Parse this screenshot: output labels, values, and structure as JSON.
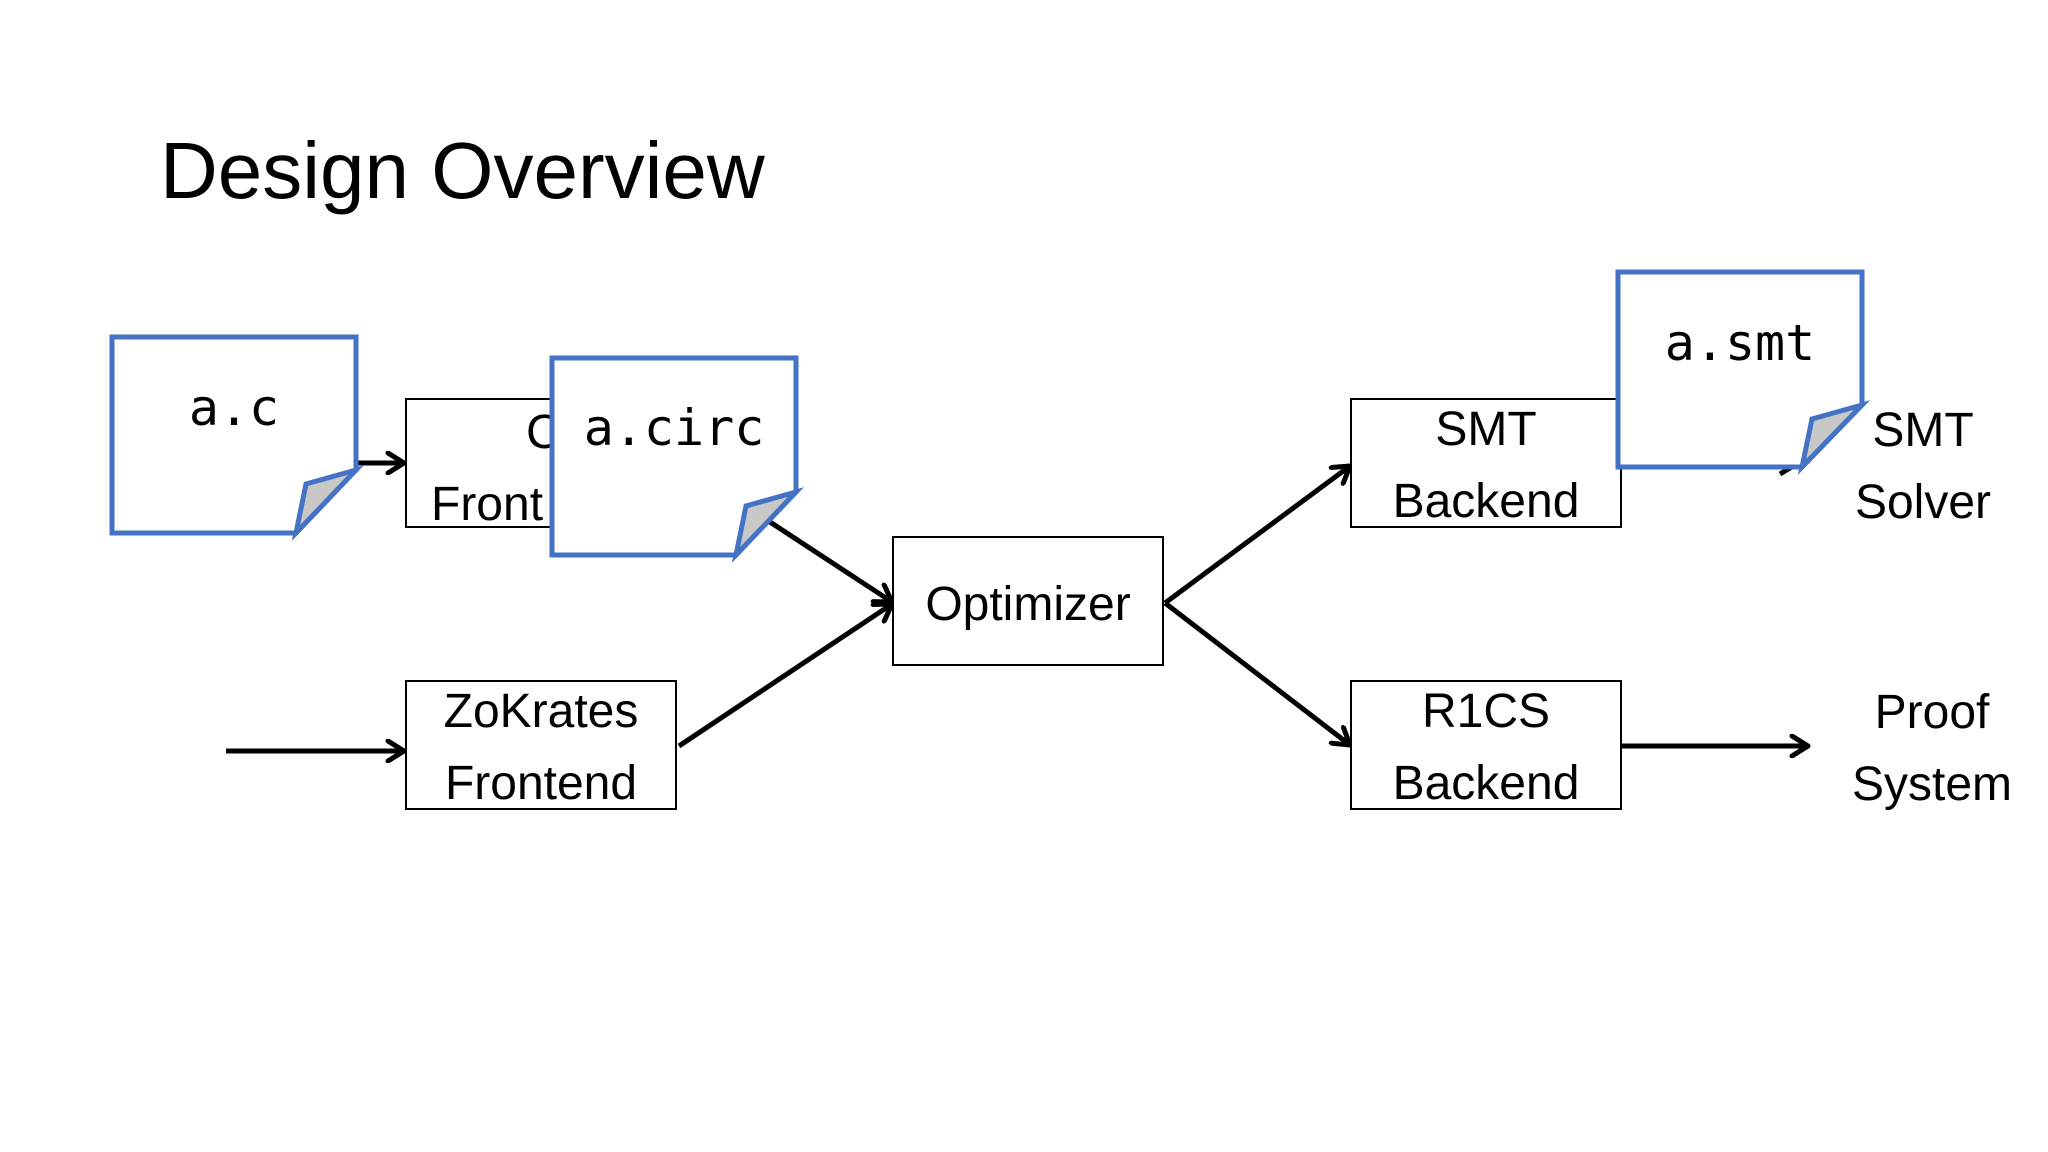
{
  "slide": {
    "title": "Design Overview"
  },
  "colors": {
    "document_border": "#4472C4",
    "document_fold": "#C8C8C8",
    "box_border": "#000000",
    "arrow": "#000000"
  },
  "boxes": {
    "c_frontend": {
      "line1": "C",
      "line2": "Front"
    },
    "zokrates_frontend": {
      "line1": "ZoKrates",
      "line2": "Frontend"
    },
    "optimizer": {
      "line1": "Optimizer"
    },
    "smt_backend": {
      "line1": "SMT",
      "line2": "Backend"
    },
    "r1cs_backend": {
      "line1": "R1CS",
      "line2": "Backend"
    }
  },
  "labels": {
    "smt_solver": {
      "line1": "SMT",
      "line2": "Solver"
    },
    "proof_system": {
      "line1": "Proof",
      "line2": "System"
    }
  },
  "documents": {
    "a_c": "a.c",
    "a_circ": "a.circ",
    "a_smt": "a.smt"
  }
}
